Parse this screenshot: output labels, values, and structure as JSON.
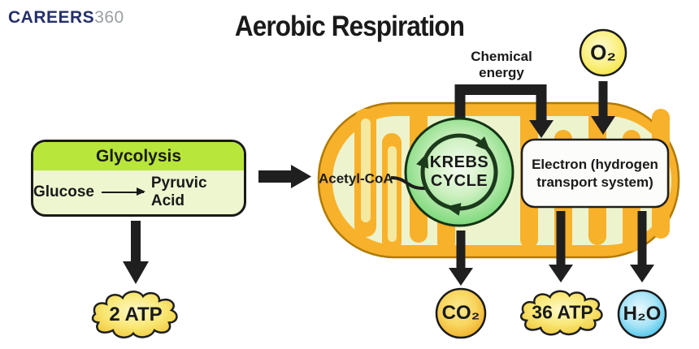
{
  "logo": {
    "brand": "CAREERS",
    "suffix": "360"
  },
  "title": "Aerobic Respiration",
  "glycolysis": {
    "title": "Glycolysis",
    "substrate": "Glucose",
    "product": "Pyruvic Acid",
    "output_label": "2 ATP"
  },
  "mitochondrion": {
    "acetyl_label": "Acetyl-CoA",
    "chemical_energy_line1": "Chemical",
    "chemical_energy_line2": "energy",
    "krebs_line1": "KREBS",
    "krebs_line2": "CYCLE",
    "electron_line1": "Electron (hydrogen",
    "electron_line2": "transport system)"
  },
  "inputs": {
    "oxygen": "O₂"
  },
  "outputs": {
    "co2": "CO₂",
    "atp": "36 ATP",
    "water": "H₂O"
  },
  "colors": {
    "brand_navy": "#252f6a",
    "brand_gray": "#9aa0a4",
    "glycolysis_header": "#b8e63a",
    "glycolysis_body": "#eef6d0",
    "mito_orange": "#f8b12b",
    "mito_border": "#b07a00",
    "matrix_green": "#edf3cc",
    "krebs_green": "#6fd56f",
    "arrow_black": "#1f1f1f",
    "atp_yellow": "#f9e877",
    "co2_gold": "#f3c64a",
    "o2_yellow": "#f8ec59",
    "water_cyan": "#46c3ec"
  }
}
